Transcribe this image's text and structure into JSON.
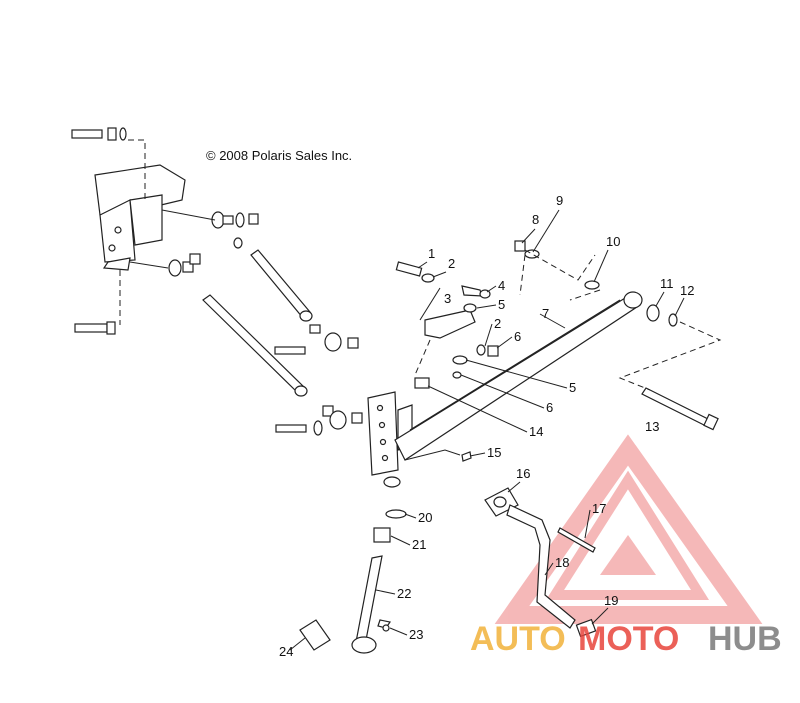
{
  "copyright": "© 2008 Polaris Sales Inc.",
  "callouts": [
    "1",
    "2",
    "3",
    "4",
    "5",
    "2",
    "6",
    "5",
    "6",
    "7",
    "8",
    "9",
    "10",
    "11",
    "12",
    "13",
    "14",
    "15",
    "16",
    "17",
    "18",
    "19",
    "20",
    "21",
    "22",
    "23",
    "24"
  ],
  "watermark": {
    "part1": "AUTO",
    "part2": "MOTO",
    "part3": "HUB",
    "colors": {
      "orange": "#f2b23a",
      "red": "#e8453c",
      "gray": "#7a7a7a",
      "triangle": "#ef8a8a"
    }
  }
}
